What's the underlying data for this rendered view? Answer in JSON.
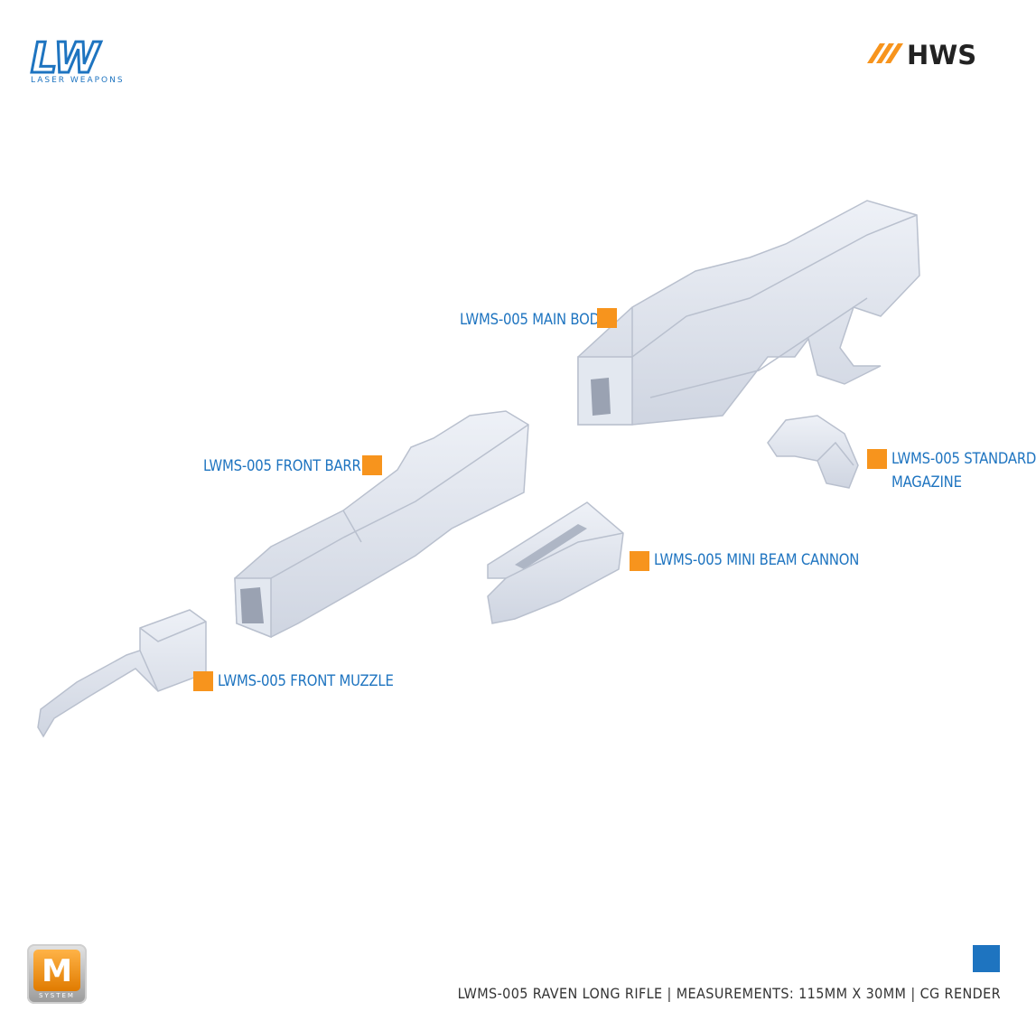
{
  "brand": {
    "lw_logo_text": "LW",
    "lw_subtitle": "LASER WEAPONS",
    "hws_logo_text": "HWS",
    "m_badge_letter": "M",
    "m_badge_text": "SYSTEM"
  },
  "parts": [
    {
      "label": "LWMS-005 MAIN BODY"
    },
    {
      "label": "LWMS-005 FRONT BARREL"
    },
    {
      "label": "LWMS-005 STANDARD",
      "label_line2": "MAGAZINE"
    },
    {
      "label": "LWMS-005 MINI BEAM CANNON"
    },
    {
      "label": "LWMS-005 FRONT MUZZLE"
    }
  ],
  "footer": {
    "text": "LWMS-005 RAVEN LONG RIFLE  |  MEASUREMENTS: 115MM X 30MM  |  CG RENDER"
  },
  "colors": {
    "accent_blue": "#1e74c0",
    "marker_orange": "#f7941d",
    "part_gray": "#dde2ec"
  }
}
